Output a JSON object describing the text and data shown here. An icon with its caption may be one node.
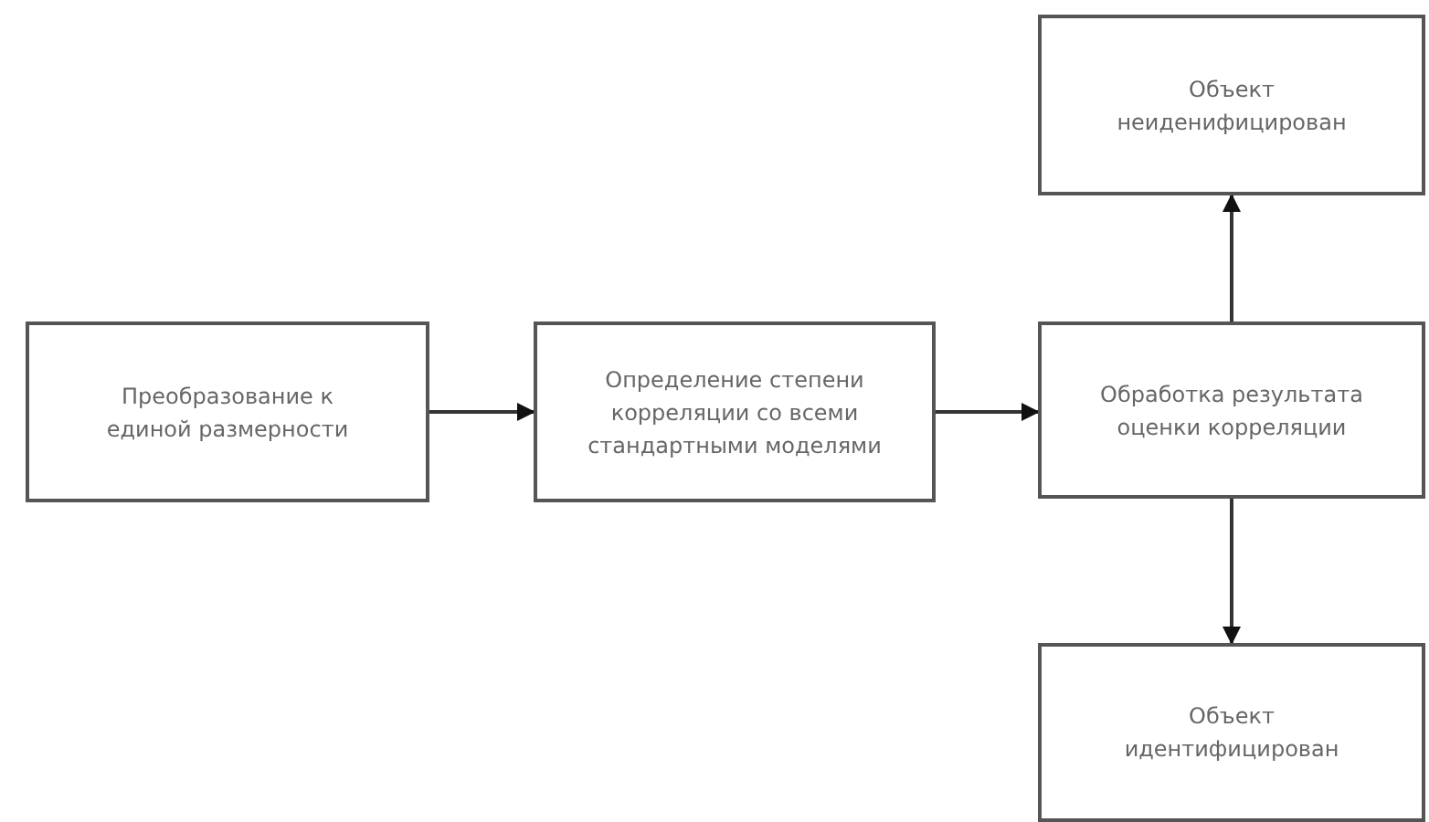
{
  "diagram": {
    "nodes": [
      {
        "text": [
          "Преобразование к единой размерности"
        ]
      },
      {
        "text": [
          "Определение степени корреляции со всеми стандартными моделями"
        ]
      },
      {
        "text": [
          "Обработка результата оценки корреляции"
        ]
      },
      {
        "text": [
          "Объект неиденифицирован"
        ]
      },
      {
        "text": [
          "Объект идентифицирован"
        ]
      }
    ],
    "edges": [
      {
        "from": 0,
        "to": 1,
        "arrow": "to"
      },
      {
        "from": 1,
        "to": 2,
        "arrow": "to"
      },
      {
        "from": 2,
        "to": 3,
        "arrow": "to"
      },
      {
        "from": 2,
        "to": 4,
        "arrow": "to"
      }
    ]
  }
}
